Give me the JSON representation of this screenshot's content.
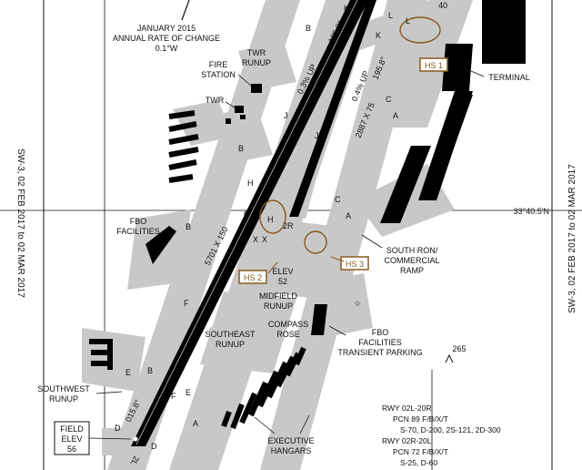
{
  "chart": {
    "side_left": "SW-3, 02 FEB 2017 to 02 MAR 2017",
    "side_right": "SW-3, 02 FEB 2017 to 02 MAR 2017",
    "magvar": [
      "JANUARY 2015",
      "ANNUAL RATE OF CHANGE",
      "0.1°W"
    ],
    "latitude": "33°40.5'N",
    "field_elev": [
      "FIELD",
      "ELEV",
      "56"
    ],
    "runway_main": {
      "dims": "5701 X 150",
      "heading_lower": "015.8°",
      "heading_upper": "195.8°",
      "slope": "0.3% UP",
      "end_label": "2L"
    },
    "runway_short": {
      "dims": "2887 X 75",
      "heading_lower": "015.8°",
      "heading_upper": "195.8°",
      "slope": "0.4% UP",
      "end_label": "2R",
      "elev": [
        "ELEV",
        "52"
      ]
    },
    "hot_spots": [
      "HS 1",
      "HS 2",
      "HS 3"
    ],
    "labels": {
      "fire_station": [
        "FIRE",
        "STATION"
      ],
      "twr_runup": [
        "TWR",
        "RUNUP"
      ],
      "twr": "TWR",
      "terminal": "TERMINAL",
      "fbo_left": [
        "FBO",
        "FACILITIES"
      ],
      "south_ron": [
        "SOUTH RON/",
        "COMMERCIAL",
        "RAMP"
      ],
      "midfield_runup": [
        "MIDFIELD",
        "RUNUP"
      ],
      "compass_rose": [
        "COMPASS",
        "ROSE"
      ],
      "southeast_runup": [
        "SOUTHEAST",
        "RUNUP"
      ],
      "fbo_right": [
        "FBO",
        "FACILITIES",
        "TRANSIENT PARKING"
      ],
      "southwest_runup": [
        "SOUTHWEST",
        "RUNUP"
      ],
      "exec_hangars": [
        "EXECUTIVE",
        "HANGARS"
      ],
      "elev_265": "265",
      "num_40": "40"
    },
    "taxiways": [
      "K",
      "B",
      "L",
      "K",
      "J",
      "C",
      "A",
      "B",
      "H",
      "H",
      "G",
      "A",
      "X",
      "X",
      "C",
      "F",
      "B",
      "E",
      "E",
      "A",
      "D",
      "D",
      "F",
      "B",
      "J",
      "L"
    ],
    "runway_info": [
      "RWY 02L-20R",
      "PCN 89 F/B/X/T",
      "S-70, D-200, 2S-121, 2D-300",
      "RWY 02R-20L",
      "PCN 72 F/B/X/T",
      "S-25, D-60"
    ],
    "colors": {
      "pavement": "#c8c8c8",
      "runway": "#000000",
      "hotspot": "#8a5a1e"
    }
  }
}
